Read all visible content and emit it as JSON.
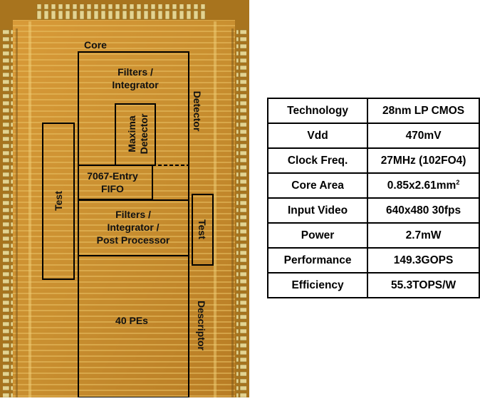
{
  "die": {
    "labels": {
      "core": "Core",
      "filters_top_1": "Filters /",
      "filters_top_2": "Integrator",
      "maxima_1": "Maxima",
      "maxima_2": "Detector",
      "detector": "Detector",
      "fifo_1": "7067-Entry",
      "fifo_2": "FIFO",
      "test_left": "Test",
      "test_right": "Test",
      "filters_bottom_1": "Filters /",
      "filters_bottom_2": "Integrator /",
      "filters_bottom_3": "Post Processor",
      "pes": "40 PEs",
      "descriptor": "Descriptor"
    },
    "colors": {
      "die_base": "#c28a2c",
      "die_light": "#e0b34f",
      "pad": "#d8cf86",
      "line": "#000000"
    }
  },
  "specs": [
    {
      "key": "Technology",
      "value": "28nm LP CMOS"
    },
    {
      "key": "Vdd",
      "value": "470mV"
    },
    {
      "key": "Clock Freq.",
      "value": "27MHz (102FO4)"
    },
    {
      "key": "Core Area",
      "value": "0.85x2.61mm",
      "sup": "2"
    },
    {
      "key": "Input Video",
      "value": "640x480 30fps"
    },
    {
      "key": "Power",
      "value": "2.7mW"
    },
    {
      "key": "Performance",
      "value": "149.3GOPS"
    },
    {
      "key": "Efficiency",
      "value": "55.3TOPS/W"
    }
  ]
}
